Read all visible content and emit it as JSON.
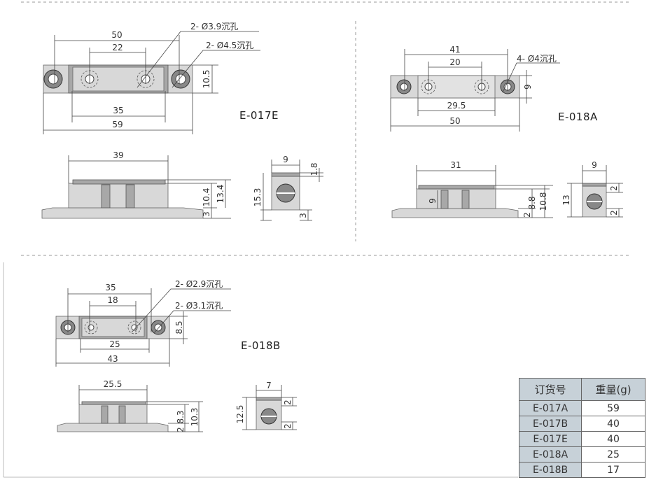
{
  "title": "Magnetic catch dimension drawings",
  "models": {
    "e017e": {
      "label": "E-017E",
      "top": {
        "d50": "50",
        "d22": "22",
        "hole1": "2- Ø3.9沉孔",
        "hole2": "2- Ø4.5沉孔",
        "h": "10.5",
        "d35": "35",
        "d59": "59"
      },
      "side": {
        "d39": "39",
        "h1": "10.4",
        "h2": "13.4",
        "base": "3"
      },
      "end": {
        "w": "9",
        "t": "1.8",
        "h": "15.3",
        "base": "3"
      }
    },
    "e018a": {
      "label": "E-018A",
      "top": {
        "d41": "41",
        "d20": "20",
        "hole1": "4- Ø4沉孔",
        "h": "9",
        "d295": "29.5",
        "d50": "50"
      },
      "side": {
        "d31": "31",
        "inner": "9",
        "h1": "8.8",
        "h2": "10.8",
        "base": "2"
      },
      "end": {
        "w": "9",
        "h": "13",
        "top": "2",
        "base": "2"
      }
    },
    "e018b": {
      "label": "E-018B",
      "top": {
        "d35": "35",
        "d18": "18",
        "hole1": "2- Ø2.9沉孔",
        "hole2": "2- Ø3.1沉孔",
        "h": "8.5",
        "d25": "25",
        "d43": "43"
      },
      "side": {
        "d255": "25.5",
        "h1": "8.3",
        "h2": "10.3",
        "base": "2"
      },
      "end": {
        "w": "7",
        "h": "12.5",
        "top": "2",
        "base": "2"
      }
    }
  },
  "weight_table": {
    "headers": [
      "订货号",
      "重量(g)"
    ],
    "rows": [
      {
        "code": "E-017A",
        "weight": "59"
      },
      {
        "code": "E-017B",
        "weight": "40"
      },
      {
        "code": "E-017E",
        "weight": "40"
      },
      {
        "code": "E-018A",
        "weight": "25"
      },
      {
        "code": "E-018B",
        "weight": "17"
      }
    ]
  }
}
